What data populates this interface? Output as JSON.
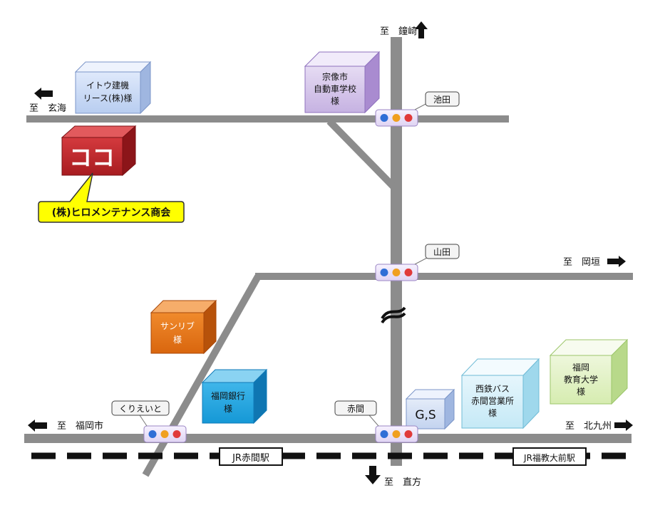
{
  "colors": {
    "road": "#8c8c8c",
    "rail": "#111111",
    "signal_red": "#e03a3a",
    "signal_orange": "#f0a020",
    "signal_blue": "#2f6fd6"
  },
  "directions": {
    "kanezaki": "至　鐘崎",
    "genkai": "至　玄海",
    "okagaki": "至　岡垣",
    "fukuoka_city": "至　福岡市",
    "kitakyushu": "至　北九州",
    "nogata": "至　直方"
  },
  "buildings": {
    "ito_kenki": [
      "イトウ建機",
      "リース(株)様"
    ],
    "munakata_school": [
      "宗像市",
      "自動車学校",
      "様"
    ],
    "here": "ココ",
    "sunlive": [
      "サンリブ",
      "様"
    ],
    "fukuoka_bank": [
      "福岡銀行",
      "様"
    ],
    "gs": "G,S",
    "nishitetsu_bus": [
      "西鉄バス",
      "赤間営業所",
      "様"
    ],
    "fukuoka_univ": [
      "福岡",
      "教育大学",
      "様"
    ]
  },
  "callout": {
    "company": "(株)ヒロメンテナンス商会"
  },
  "signals": {
    "ikeda": "池田",
    "yamada": "山田",
    "kurieito": "くりえいと",
    "akama": "赤間"
  },
  "stations": {
    "jr_akama": "JR赤間駅",
    "jr_kyodai": "JR福教大前駅"
  }
}
